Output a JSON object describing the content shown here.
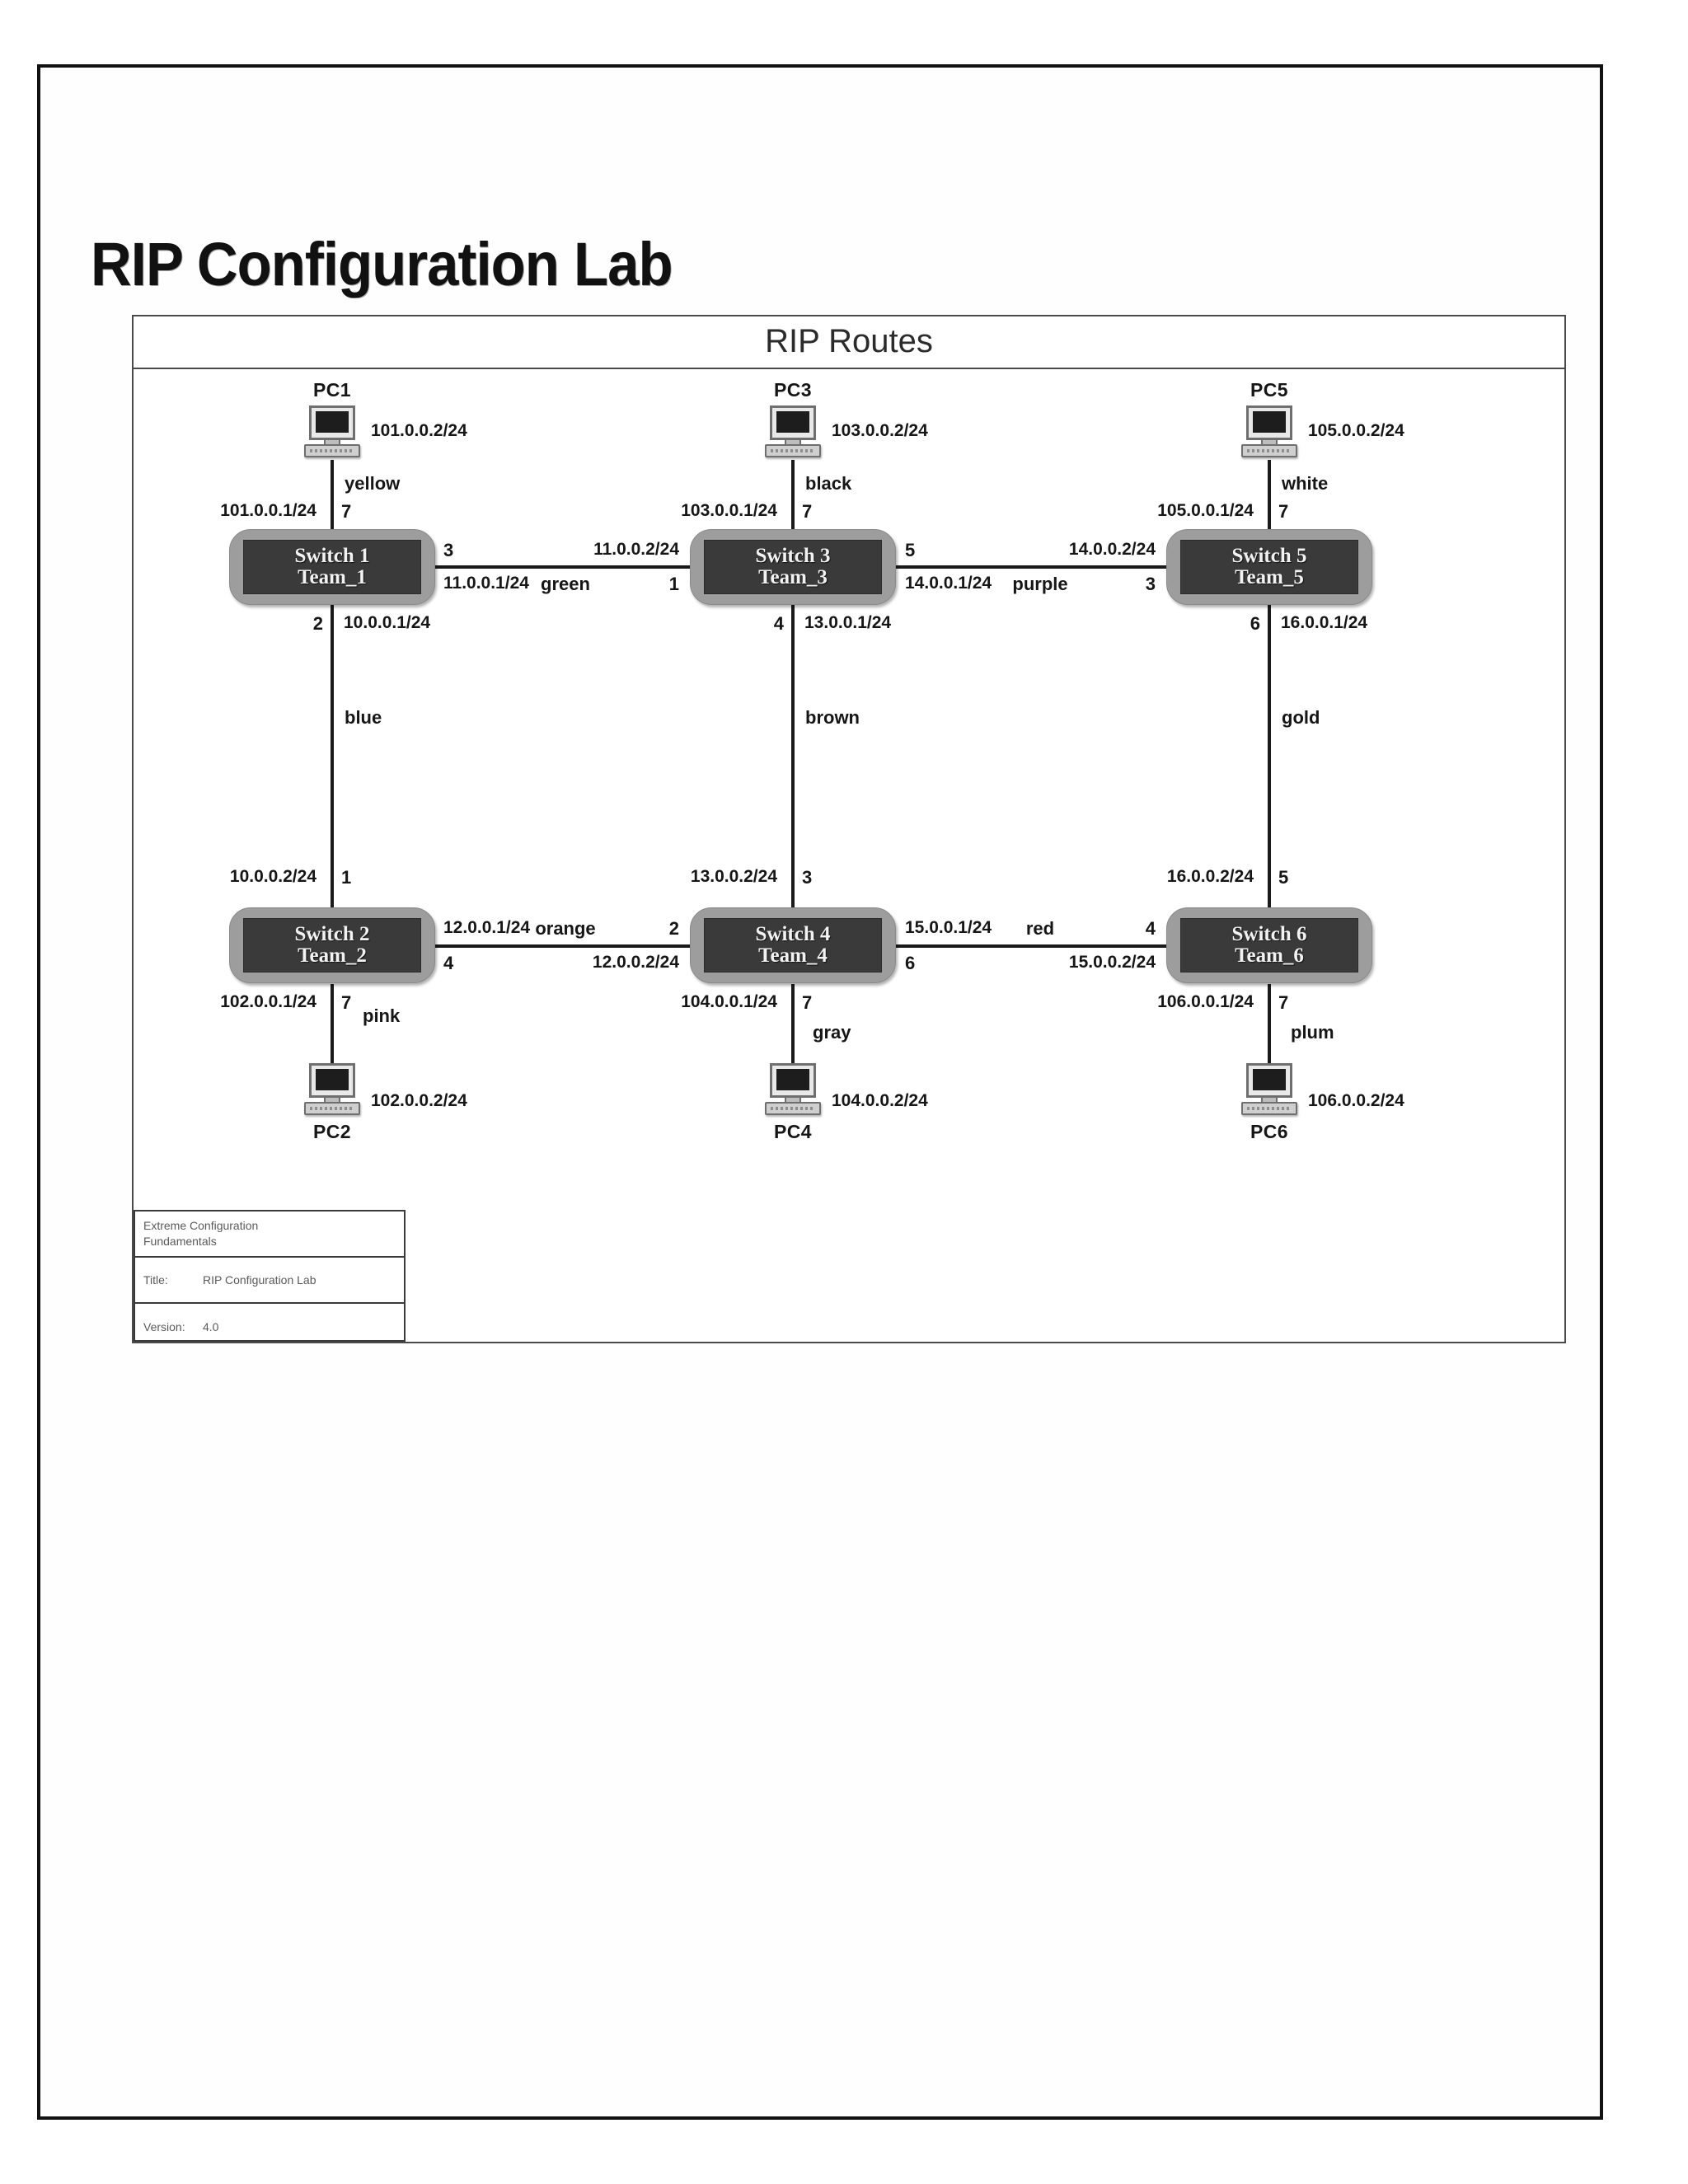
{
  "page": {
    "lab_title": "RIP Configuration Lab",
    "diagram_header": "RIP Routes"
  },
  "title_block": {
    "org_line1": "Extreme Configuration",
    "org_line2": "Fundamentals",
    "title_key": "Title:",
    "title_value": "RIP Configuration Lab",
    "version_key": "Version:",
    "version_value": "4.0"
  },
  "switches": [
    {
      "id": "switch1",
      "line1": "Switch 1",
      "line2": "Team_1"
    },
    {
      "id": "switch2",
      "line1": "Switch 2",
      "line2": "Team_2"
    },
    {
      "id": "switch3",
      "line1": "Switch 3",
      "line2": "Team_3"
    },
    {
      "id": "switch4",
      "line1": "Switch 4",
      "line2": "Team_4"
    },
    {
      "id": "switch5",
      "line1": "Switch 5",
      "line2": "Team_5"
    },
    {
      "id": "switch6",
      "line1": "Switch 6",
      "line2": "Team_6"
    }
  ],
  "pcs": [
    {
      "id": "pc1",
      "name": "PC1",
      "ip": "101.0.0.2/24"
    },
    {
      "id": "pc2",
      "name": "PC2",
      "ip": "102.0.0.2/24"
    },
    {
      "id": "pc3",
      "name": "PC3",
      "ip": "103.0.0.2/24"
    },
    {
      "id": "pc4",
      "name": "PC4",
      "ip": "104.0.0.2/24"
    },
    {
      "id": "pc5",
      "name": "PC5",
      "ip": "105.0.0.2/24"
    },
    {
      "id": "pc6",
      "name": "PC6",
      "ip": "106.0.0.2/24"
    }
  ],
  "links": [
    {
      "id": "pc1-sw1",
      "color": "yellow",
      "a_ip": "101.0.0.1/24",
      "a_port": "7"
    },
    {
      "id": "pc3-sw3",
      "color": "black",
      "a_ip": "103.0.0.1/24",
      "a_port": "7"
    },
    {
      "id": "pc5-sw5",
      "color": "white",
      "a_ip": "105.0.0.1/24",
      "a_port": "7"
    },
    {
      "id": "sw2-pc2",
      "color": "pink",
      "a_ip": "102.0.0.1/24",
      "a_port": "7"
    },
    {
      "id": "sw4-pc4",
      "color": "gray",
      "a_ip": "104.0.0.1/24",
      "a_port": "7"
    },
    {
      "id": "sw6-pc6",
      "color": "plum",
      "a_ip": "106.0.0.1/24",
      "a_port": "7"
    },
    {
      "id": "sw1-sw3",
      "color": "green",
      "a_ip": "11.0.0.1/24",
      "a_port": "3",
      "b_ip": "11.0.0.2/24",
      "b_port": "1"
    },
    {
      "id": "sw3-sw5",
      "color": "purple",
      "a_ip": "14.0.0.1/24",
      "a_port": "5",
      "b_ip": "14.0.0.2/24",
      "b_port": "3"
    },
    {
      "id": "sw2-sw4",
      "color": "orange",
      "a_ip": "12.0.0.1/24",
      "a_port": "4",
      "b_ip": "12.0.0.2/24",
      "b_port": "2"
    },
    {
      "id": "sw4-sw6",
      "color": "red",
      "a_ip": "15.0.0.1/24",
      "a_port": "6",
      "b_ip": "15.0.0.2/24",
      "b_port": "4"
    },
    {
      "id": "sw1-sw2",
      "color": "blue",
      "a_ip": "10.0.0.1/24",
      "a_port": "2",
      "b_ip": "10.0.0.2/24",
      "b_port": "1"
    },
    {
      "id": "sw3-sw4",
      "color": "brown",
      "a_ip": "13.0.0.1/24",
      "a_port": "4",
      "b_ip": "13.0.0.2/24",
      "b_port": "3"
    },
    {
      "id": "sw5-sw6",
      "color": "gold",
      "a_ip": "16.0.0.1/24",
      "a_port": "6",
      "b_ip": "16.0.0.2/24",
      "b_port": "5"
    }
  ]
}
